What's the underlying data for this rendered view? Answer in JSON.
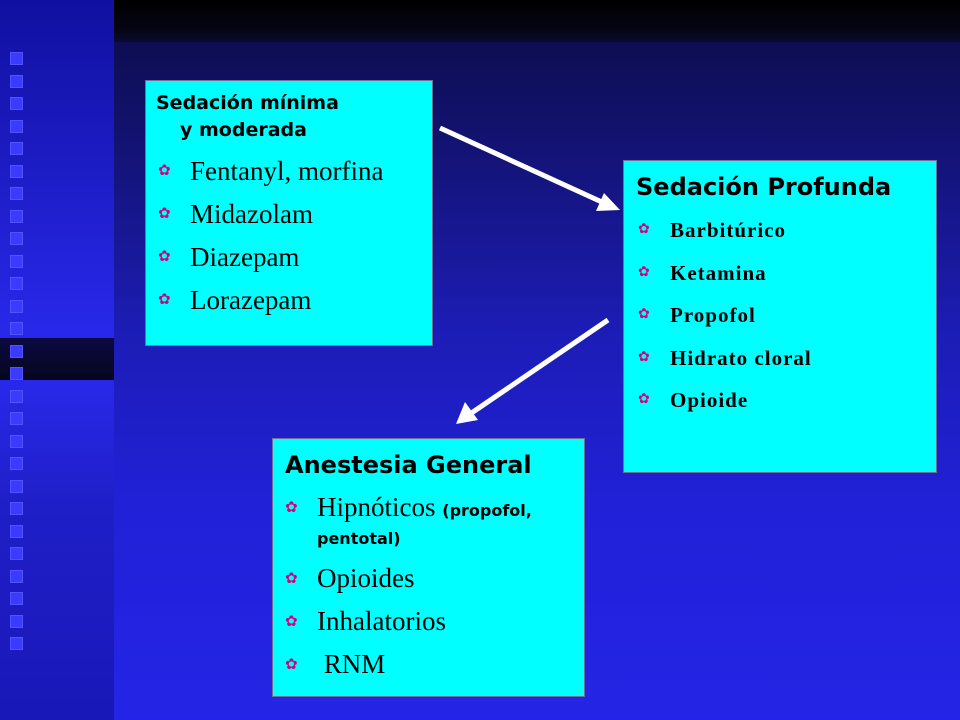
{
  "box_minima": {
    "title_line1": "Sedación mínima",
    "title_line2": "y moderada",
    "items": [
      "Fentanyl, morfina",
      "Midazolam",
      "Diazepam",
      "Lorazepam"
    ]
  },
  "box_profunda": {
    "title": "Sedación Profunda",
    "items": [
      "Barbitúrico",
      "Ketamina",
      "Propofol",
      "Hidrato cloral",
      "Opioide"
    ]
  },
  "box_general": {
    "title": "Anestesia General",
    "item1_main": "Hipnóticos ",
    "item1_paren": "(propofol,",
    "item1_cont": "pentotal)",
    "items": [
      "Opioides",
      "Inhalatorios",
      " RNM"
    ]
  },
  "bullet_glyph": "✿",
  "colors": {
    "box_fill": "#00ffff",
    "bullet": "#d4007a",
    "arrow": "#ffffff",
    "background": "#2121d8"
  }
}
